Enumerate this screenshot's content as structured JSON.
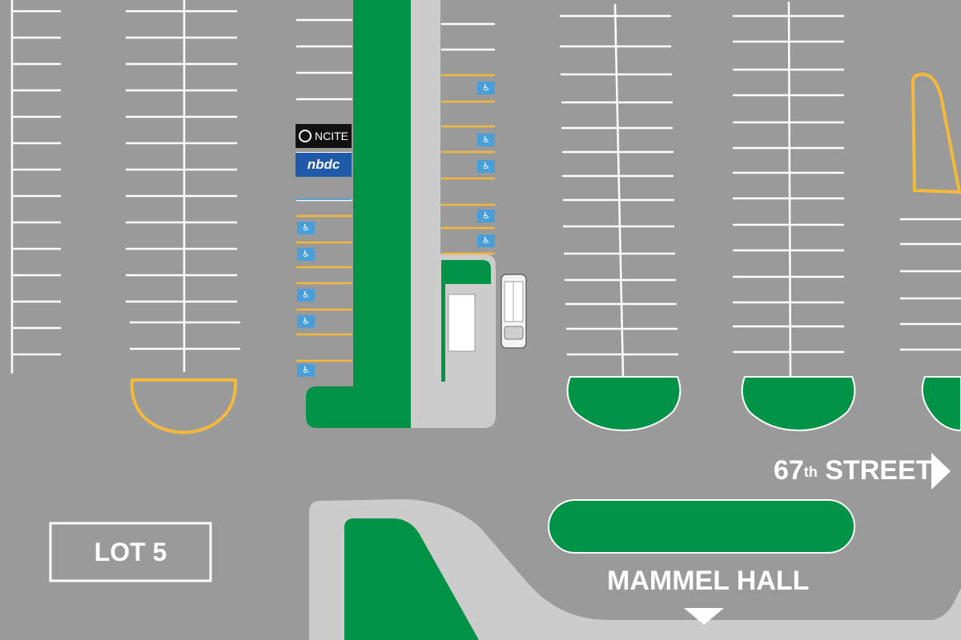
{
  "labels": {
    "lot": "LOT 5",
    "street_name": "67",
    "street_suffix": "th",
    "street_word": "STREET",
    "building": "MAMMEL HALL"
  },
  "signs": {
    "ncite": "NCITE",
    "nbdc": "nbdc"
  },
  "icons": {
    "accessible": "♿",
    "arrow_right": "right-arrow-icon",
    "arrow_down": "down-arrow-icon"
  },
  "colors": {
    "asphalt": "#9b9a9b",
    "sidewalk": "#cccccc",
    "grass": "#009245",
    "stripe_white": "#ffffff",
    "stripe_yellow": "#f2b93b",
    "accessible_blue": "#4a9fd8",
    "nbdc_blue": "#1e5aa8"
  }
}
